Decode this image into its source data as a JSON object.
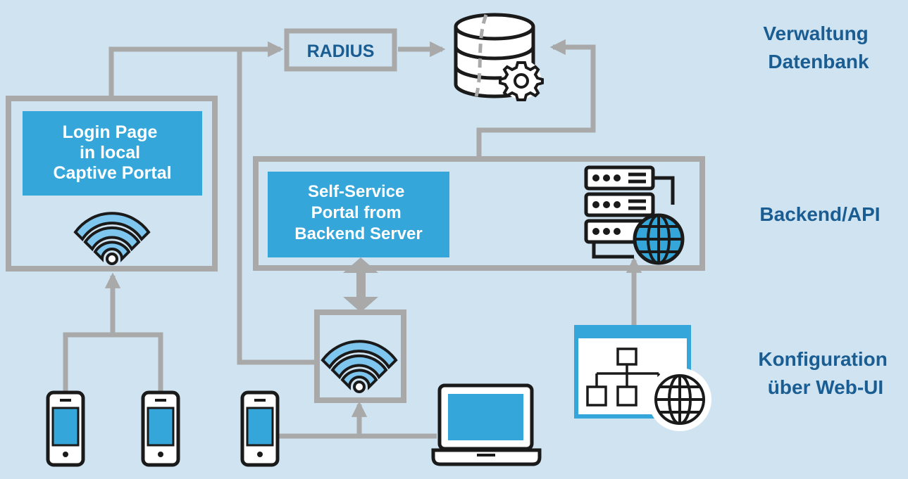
{
  "radius_label": "RADIUS",
  "login_box_lines": [
    "Login Page",
    "in local",
    "Captive Portal"
  ],
  "selfservice_box_lines": [
    "Self-Service",
    "Portal from",
    "Backend Server"
  ],
  "side_labels": {
    "database": [
      "Verwaltung",
      "Datenbank"
    ],
    "backend": "Backend/API",
    "config": [
      "Konfiguration",
      "über Web-UI"
    ]
  },
  "colors": {
    "background": "#cfe3f1",
    "connector": "#a9a9a9",
    "accent_blue": "#35a6da",
    "dark_text": "#1a5d93",
    "icon_stroke": "#1a1a1a"
  }
}
